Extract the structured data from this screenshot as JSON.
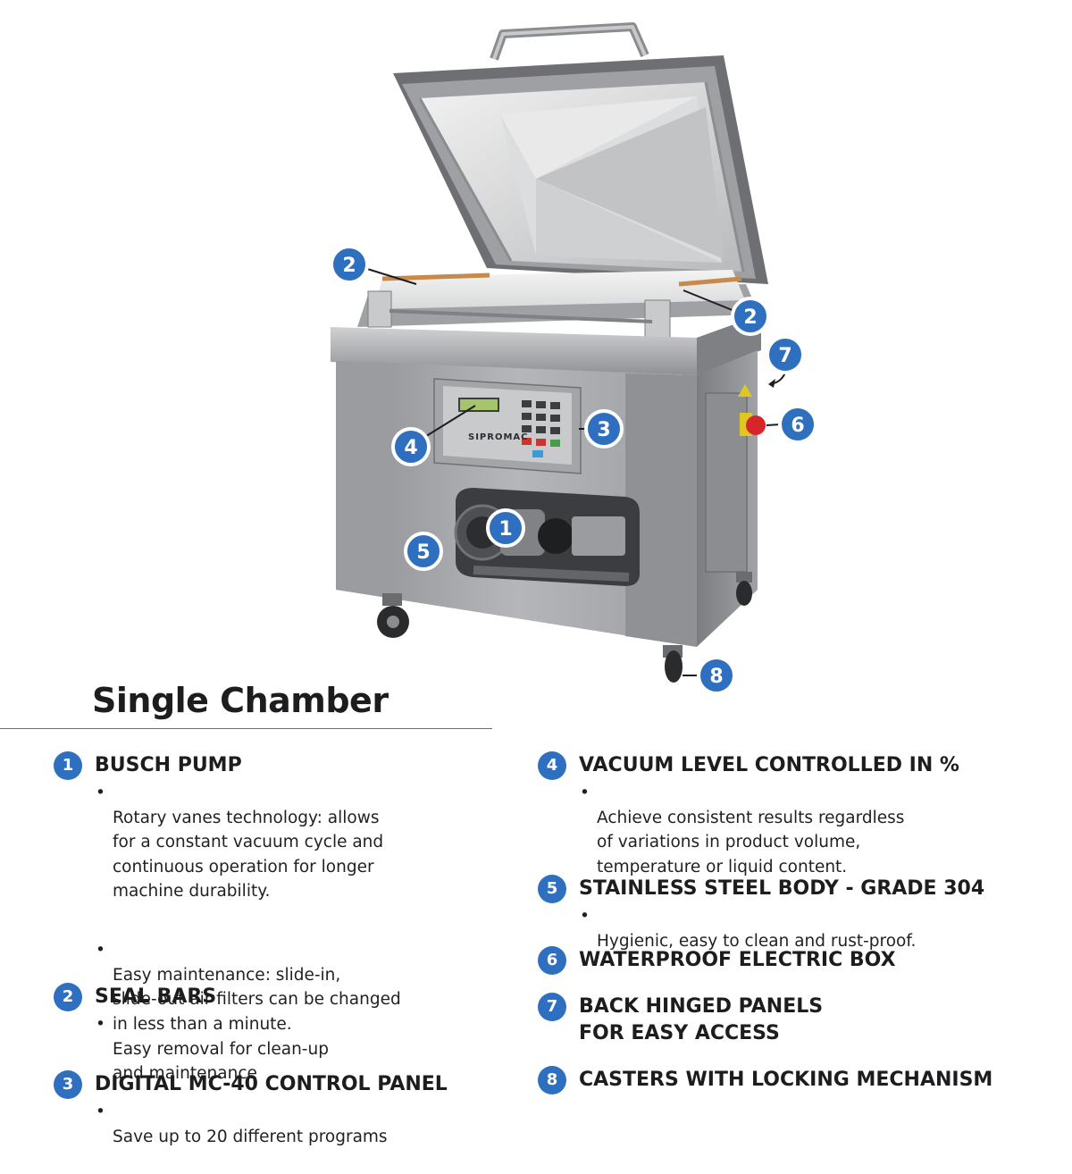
{
  "title": "Single Chamber",
  "brand": "SIPROMAC",
  "features": [
    {
      "num": "1",
      "title": "BUSCH PUMP",
      "bullets": [
        "Rotary vanes technology: allows\nfor a constant vacuum cycle and\ncontinuous operation for longer\nmachine durability.",
        "Easy maintenance: slide-in,\nslide-out air filters can be changed\nin less than a minute."
      ]
    },
    {
      "num": "2",
      "title": "SEAL BARS",
      "bullets": [
        "Easy removal for clean-up\nand maintenance"
      ]
    },
    {
      "num": "3",
      "title": "DIGITAL MC-40 CONTROL PANEL",
      "bullets": [
        "Save up to 20 different programs"
      ]
    },
    {
      "num": "4",
      "title": "VACUUM LEVEL CONTROLLED IN %",
      "bullets": [
        "Achieve consistent results regardless\nof variations in product volume,\ntemperature or liquid content."
      ]
    },
    {
      "num": "5",
      "title": "STAINLESS STEEL BODY - GRADE 304",
      "bullets": [
        "Hygienic, easy to clean and rust-proof."
      ]
    },
    {
      "num": "6",
      "title": "WATERPROOF ELECTRIC BOX",
      "bullets": []
    },
    {
      "num": "7",
      "title": "BACK HINGED PANELS\nFOR EASY ACCESS",
      "bullets": []
    },
    {
      "num": "8",
      "title": "CASTERS WITH LOCKING MECHANISM",
      "bullets": []
    }
  ],
  "callouts": [
    {
      "num": "2",
      "name": "seal-bar-left"
    },
    {
      "num": "2",
      "name": "seal-bar-right"
    },
    {
      "num": "7",
      "name": "back-hinged-panels"
    },
    {
      "num": "6",
      "name": "electric-box"
    },
    {
      "num": "3",
      "name": "control-panel"
    },
    {
      "num": "4",
      "name": "vacuum-display"
    },
    {
      "num": "1",
      "name": "busch-pump"
    },
    {
      "num": "5",
      "name": "stainless-body"
    },
    {
      "num": "8",
      "name": "caster"
    }
  ],
  "colors": {
    "badge": "#2f6fc0",
    "badge_ring": "#ffffff",
    "steel": "#a6a8ab",
    "stop_button": "#d6262c"
  }
}
